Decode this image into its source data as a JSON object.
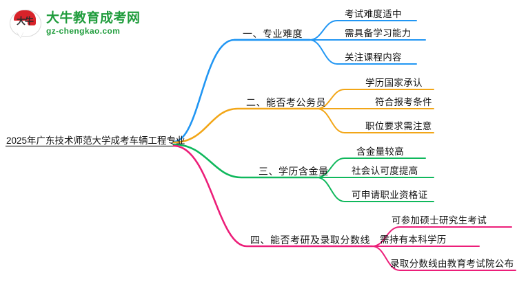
{
  "logo": {
    "mark_text": "大牛",
    "title": "大牛教育成考网",
    "subtitle": "gz-chengkao.com",
    "brand_green": "#1f9c3c",
    "brand_red": "#d8232a"
  },
  "mindmap": {
    "root": {
      "label": "2025年广东技术师范大学成考车辆工程专业",
      "line_color": "#555555"
    },
    "branches": [
      {
        "label": "一、专业难度",
        "color": "#2196f3",
        "children": [
          {
            "label": "考试难度适中"
          },
          {
            "label": "需具备学习能力"
          },
          {
            "label": "关注课程内容"
          }
        ]
      },
      {
        "label": "二、能否考公务员",
        "color": "#f2a617",
        "children": [
          {
            "label": "学历国家承认"
          },
          {
            "label": "符合报考条件"
          },
          {
            "label": "职位要求需注意"
          }
        ]
      },
      {
        "label": "三、学历含金量",
        "color": "#0fb85c",
        "children": [
          {
            "label": "含金量较高"
          },
          {
            "label": "社会认可度提高"
          },
          {
            "label": "可申请职业资格证"
          }
        ]
      },
      {
        "label": "四、能否考研及录取分数线",
        "color": "#ec1e79",
        "children": [
          {
            "label": "可参加硕士研究生考试"
          },
          {
            "label": "需持有本科学历"
          },
          {
            "label": "录取分数线由教育考试院公布"
          }
        ]
      }
    ]
  }
}
